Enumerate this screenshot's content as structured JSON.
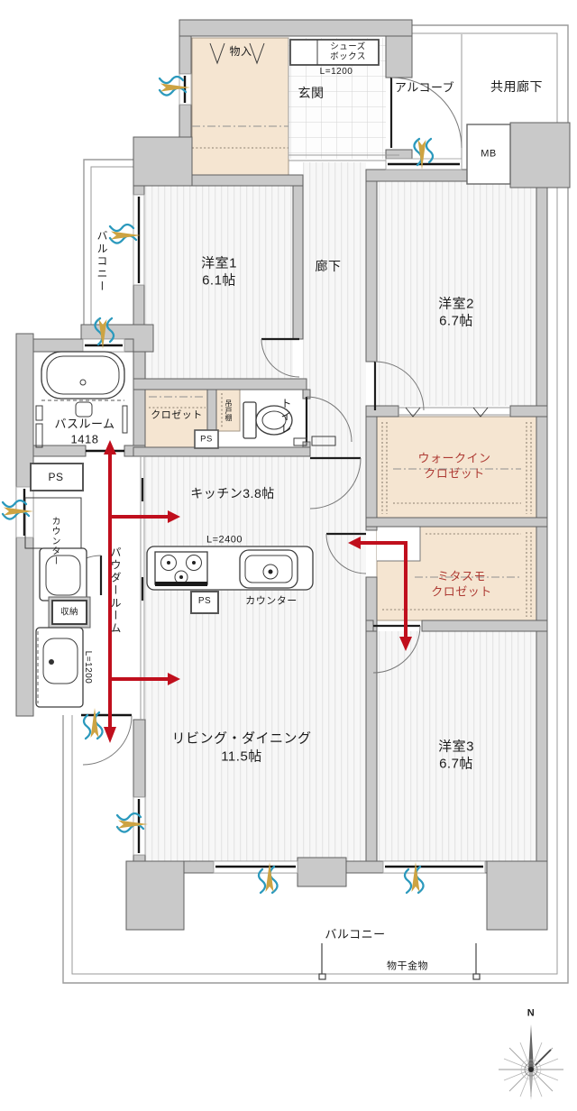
{
  "colors": {
    "wall_fill": "#c9c9c9",
    "wall_stroke": "#5f5f5f",
    "outline_gray": "#9a9a9a",
    "closet_fill": "#f5e5d1",
    "closet_stroke": "#a39685",
    "arrow_red": "#c00f1d",
    "closet_text_red": "#ae3b34",
    "airflow_blue": "#2b99bd",
    "sunlight_gold": "#cda342",
    "floor_white": "#f7f7f7",
    "floor_stripe": "#e6e6e6",
    "tile_line": "#d4d4d4",
    "text_black": "#1b1b1b"
  },
  "labels": {
    "monoire": "物入",
    "shoes_line1": "シューズ",
    "shoes_line2": "ボックス",
    "shoes_l": "L=1200",
    "genkan": "玄関",
    "alcove": "アルコーブ",
    "kyoyo_roka": "共用廊下",
    "mb": "MB",
    "balcony_left": "バルコニー",
    "yoshitsu1": "洋室1",
    "yoshitsu1_size": "6.1帖",
    "roka": "廊下",
    "yoshitsu2": "洋室2",
    "yoshitsu2_size": "6.7帖",
    "bathroom": "バスルーム",
    "bathroom_size": "1418",
    "ps_left": "PS",
    "ps_closet": "PS",
    "ps_kitchen": "PS",
    "closet": "クロゼット",
    "tsuridana": "吊戸棚",
    "toilet": "トイレ",
    "kitchen": "キッチン3.8帖",
    "wic_line1": "ウォークイン",
    "wic_line2": "クロゼット",
    "counter_left": "カウンター",
    "shuno": "収納",
    "l1200": "L=1200",
    "powder": "パウダールーム",
    "l2400": "L=2400",
    "counter_kitchen": "カウンター",
    "mitasumo_line1": "ミタスモ",
    "mitasumo_line2": "クロゼット",
    "living_line1": "リビング・ダイニング",
    "living_line2": "11.5帖",
    "yoshitsu3": "洋室3",
    "yoshitsu3_size": "6.7帖",
    "balcony_bottom": "バルコニー",
    "monohoshi": "物干金物",
    "compass_n": "N"
  }
}
